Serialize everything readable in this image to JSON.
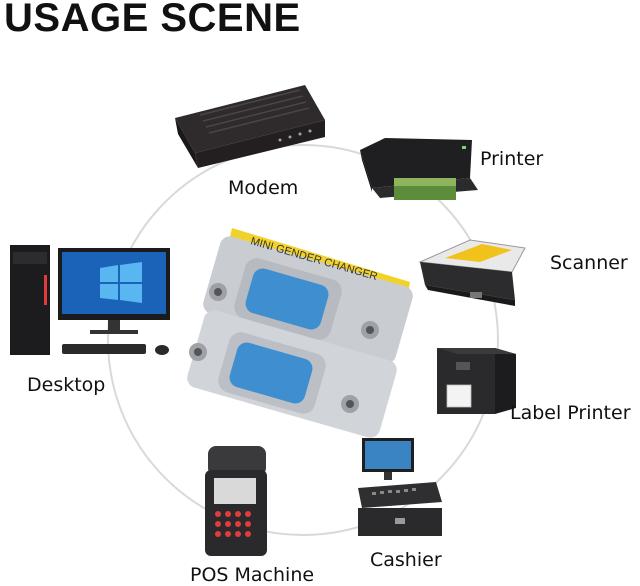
{
  "title": "USAGE SCENE",
  "devices": {
    "modem": "Modem",
    "printer": "Printer",
    "scanner": "Scanner",
    "label_printer": "Label Printer",
    "cashier": "Cashier",
    "pos_machine": "POS Machine",
    "desktop": "Desktop"
  },
  "adapter_text": "MINI GENDER CHANGER",
  "colors": {
    "circle": "#d9d9d9",
    "adapter_yellow": "#f1d22a",
    "port_blue": "#3f8fd0",
    "metal": "#c9ccd1"
  }
}
